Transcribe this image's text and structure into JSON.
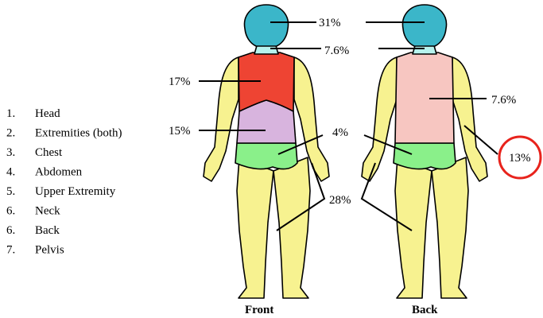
{
  "legend": [
    {
      "num": "1.",
      "text": "Head"
    },
    {
      "num": "2.",
      "text": "Extremities (both)"
    },
    {
      "num": "3.",
      "text": "Chest"
    },
    {
      "num": "4.",
      "text": "Abdomen"
    },
    {
      "num": "5.",
      "text": "Upper Extremity"
    },
    {
      "num": "6.",
      "text": "Neck"
    },
    {
      "num": "6.",
      "text": "Back"
    },
    {
      "num": "7.",
      "text": "Pelvis"
    }
  ],
  "figures": {
    "front_caption": "Front",
    "back_caption": "Back"
  },
  "labels": {
    "head": "31%",
    "neck": "7.6%",
    "chest": "17%",
    "abdomen": "15%",
    "pelvis": "4%",
    "extremities": "28%",
    "back": "7.6%",
    "upper_extremity": "13%"
  },
  "colors": {
    "head": "#3bb6c9",
    "neck": "#b7f3ee",
    "chest": "#ee4433",
    "abdomen": "#d8b4de",
    "pelvis": "#8af08a",
    "back": "#f7c6c1",
    "limbs": "#f7f290",
    "highlight": "#e8231c"
  }
}
